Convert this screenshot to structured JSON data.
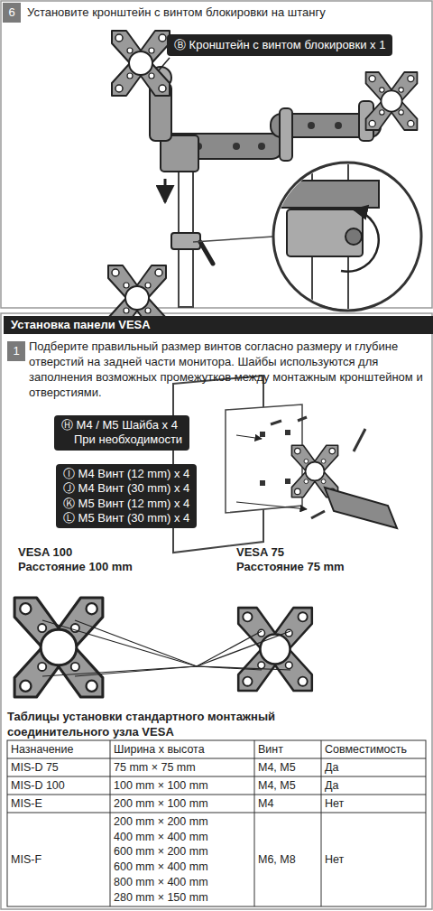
{
  "diagram": {
    "nodes": [
      {
        "text": [
          "6"
        ]
      },
      {
        "text": [
          "Ⓑ Кронштейн с винтом блокировки x 1"
        ]
      },
      {
        "text": [
          "Установка панели VESA"
        ]
      },
      {
        "text": [
          "1"
        ]
      },
      {
        "text": [
          "Ⓗ M4 / M5 Шайба x 4",
          "При необходимости"
        ]
      },
      {
        "text": [
          "Ⓘ M4 Винт (12 mm) x 4",
          "Ⓙ M4 Винт (30 mm) x 4",
          "Ⓚ M5 Винт (12 mm) x 4",
          "Ⓛ M5 Винт (30 mm) x 4"
        ]
      }
    ],
    "labels": [
      "Установите кронштейн с винтом блокировки на штангу",
      "Подберите правильный размер винтов согласно размеру и глубине отверстий на задней части монитора. Шайбы используются для заполнения возможных промежутков между монтажным кронштейном и отверстиями.",
      "VESA 100",
      "Расстояние 100 mm",
      "VESA 75",
      "Расстояние 75 mm",
      "Таблицы установки стандартного монтажный соединительного узла VESA",
      "Назначение",
      "Ширина x высота",
      "Винт",
      "Совместимость",
      "MIS-D 75",
      "75 mm × 75 mm",
      "M4, M5",
      "Да",
      "MIS-D 100",
      "100 mm × 100 mm",
      "M4, M5",
      "Да",
      "MIS-E",
      "200 mm × 100 mm",
      "M4",
      "Нет",
      "MIS-F",
      "200 mm × 200 mm",
      "400 mm × 400 mm",
      "600 mm × 200 mm",
      "600 mm × 400 mm",
      "800 mm × 400 mm",
      "280 mm × 150 mm",
      "M6, M8",
      "Нет"
    ]
  }
}
